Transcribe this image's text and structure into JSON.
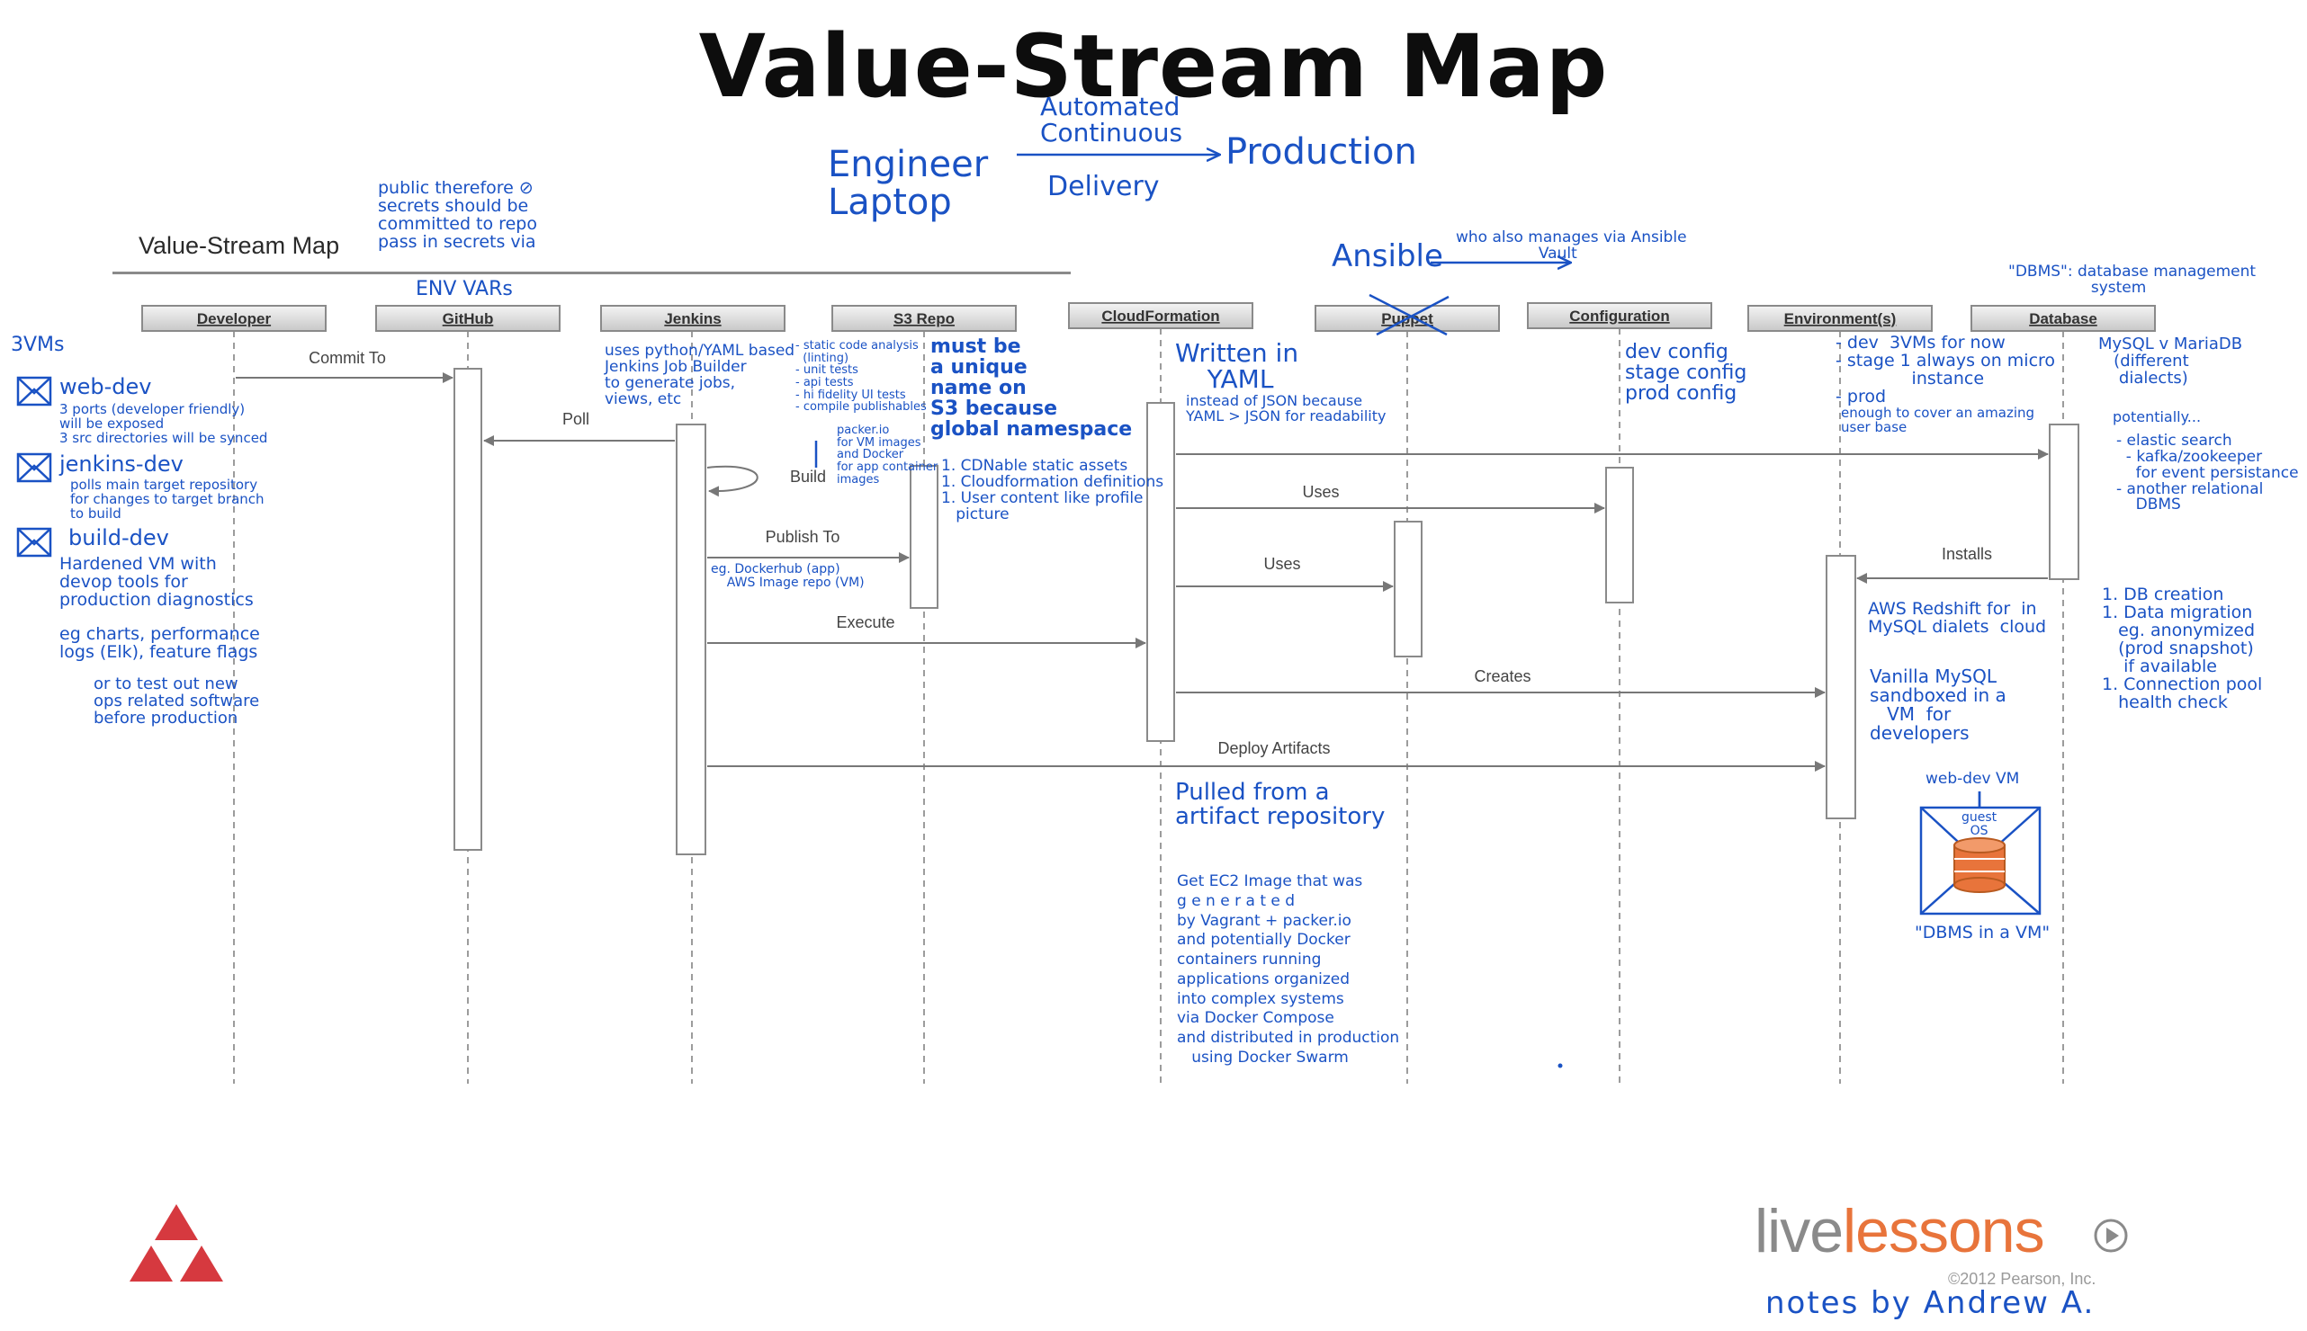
{
  "title": "Value-Stream Map",
  "subtitle": "Value-Stream Map",
  "lifelines": [
    "Developer",
    "GitHub",
    "Jenkins",
    "S3 Repo",
    "CloudFormation",
    "Puppet",
    "Configuration",
    "Environment(s)",
    "Database"
  ],
  "messages": [
    "Commit To",
    "Poll",
    "Build",
    "Publish To",
    "Execute",
    "Uses",
    "Uses",
    "Creates",
    "Deploy Artifacts",
    "Installs"
  ],
  "notes": {
    "three_vms": "3VMs",
    "web_dev": "web-dev",
    "web_dev_detail": "3 ports (developer friendly)\nwill be exposed\n3 src directories will be synced",
    "jenkins_dev": "jenkins-dev",
    "jenkins_dev_detail": "polls main target repository\nfor changes to target branch\nto build",
    "build_dev": "build-dev",
    "build_dev_detail": "Hardened VM with\ndevop tools for\nproduction diagnostics",
    "eg_charts": "eg charts, performance\nlogs (Elk), feature flags",
    "or_test": "or to test out new\nops related software\nbefore production",
    "github_note": "public therefore ⊘\nsecrets should be\ncommitted to repo\npass in secrets via",
    "env_vars": "ENV VARs",
    "jenkins_note": "uses python/YAML based\nJenkins Job Builder\nto generate jobs,\nviews, etc",
    "s3_list": "- static code analysis\n  (linting)\n- unit tests\n- api tests\n- hi fidelity UI tests\n- compile publishables",
    "packer_note": "packer.io\nfor VM images\nand Docker\nfor app container\nimages",
    "s3_unique": "must be\na unique\nname on\nS3 because\nglobal namespace",
    "s3_contents": "1. CDNable static assets\n1. Cloudformation definitions\n1. User content like profile\n   picture",
    "publish_eg": "eg. Dockerhub (app)\n    AWS Image repo (VM)",
    "engineer": "Engineer\nLaptop",
    "automated": "Automated\nContinuous",
    "delivery": "Delivery",
    "production": "Production",
    "written_in": "Written in\n    YAML",
    "instead_json": "instead of JSON because\nYAML > JSON for readability",
    "ansible": "Ansible",
    "who_manages": "who also manages via Ansible\n                 Vault",
    "configs": "dev config\nstage config\nprod config",
    "env_list": "- dev  3VMs for now\n- stage 1 always on micro\n              instance\n- prod",
    "enough": "enough to cover an amazing\nuser base",
    "dbms_def": "\"DBMS\": database management\n                 system",
    "mysql": "MySQL v MariaDB\n   (different\n    dialects)",
    "potentially": "potentially...",
    "db_list": "- elastic search\n  - kafka/zookeeper\n    for event persistance\n- another relational\n    DBMS",
    "db_steps": "1. DB creation\n1. Data migration\n   eg. anonymized\n   (prod snapshot)\n    if available\n1. Connection pool\n   health check",
    "aws_redshift": "AWS Redshift for  in\nMySQL dialets  cloud",
    "vanilla": "Vanilla MySQL\nsandboxed in a\n   VM  for\ndevelopers",
    "web_dev_vm": "web-dev VM",
    "guest_os": "guest\nOS",
    "dbms_in_vm": "\"DBMS in a VM\"",
    "pulled": "Pulled from a\nartifact repository",
    "get_ec2": "Get EC2 Image that was\ng e n e r a t e d\nby Vagrant + packer.io\nand potentially Docker\ncontainers running\napplications organized\ninto complex systems\nvia Docker Compose\nand distributed in production\n   using Docker Swarm"
  },
  "branding": {
    "live": "live",
    "lessons": "lessons",
    "copyright": "©2012 Pearson, Inc.",
    "author_note": "notes by Andrew A."
  },
  "colors": {
    "ink": "#1a52c4",
    "logo_red": "#d6393f",
    "logo_grey": "#8a8a8a",
    "logo_orange": "#e8743b",
    "dbms_orange": "#e8743b"
  }
}
